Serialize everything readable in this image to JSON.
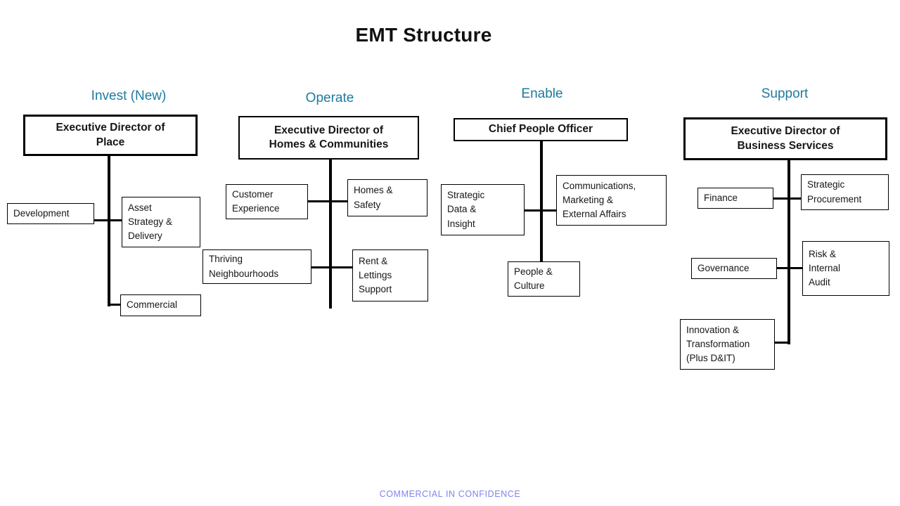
{
  "title": "EMT Structure",
  "footer": "COMMERCIAL IN CONFIDENCE",
  "colors": {
    "accent": "#1e7a9e",
    "footer": "#8184ef",
    "line": "#000000",
    "background": "#ffffff",
    "box_border": "#000000",
    "text": "#161616"
  },
  "columns": [
    {
      "header": "Invest (New)",
      "lead": "Executive Director of\nPlace",
      "departments": [
        "Development",
        "Asset\nStrategy &\nDelivery",
        "Commercial"
      ]
    },
    {
      "header": "Operate",
      "lead": "Executive Director of\nHomes & Communities",
      "departments": [
        "Customer\nExperience",
        "Homes &\nSafety",
        "Thriving\nNeighbourhoods",
        "Rent &\nLettings\nSupport"
      ]
    },
    {
      "header": "Enable",
      "lead": "Chief People Officer",
      "departments": [
        "Strategic\nData &\nInsight",
        "Communications,\nMarketing &\nExternal Affairs",
        "People &\nCulture"
      ]
    },
    {
      "header": "Support",
      "lead": "Executive Director of\nBusiness Services",
      "departments": [
        "Finance",
        "Strategic\nProcurement",
        "Governance",
        "Risk &\nInternal\nAudit",
        "Innovation &\nTransformation\n(Plus D&IT)"
      ]
    }
  ]
}
